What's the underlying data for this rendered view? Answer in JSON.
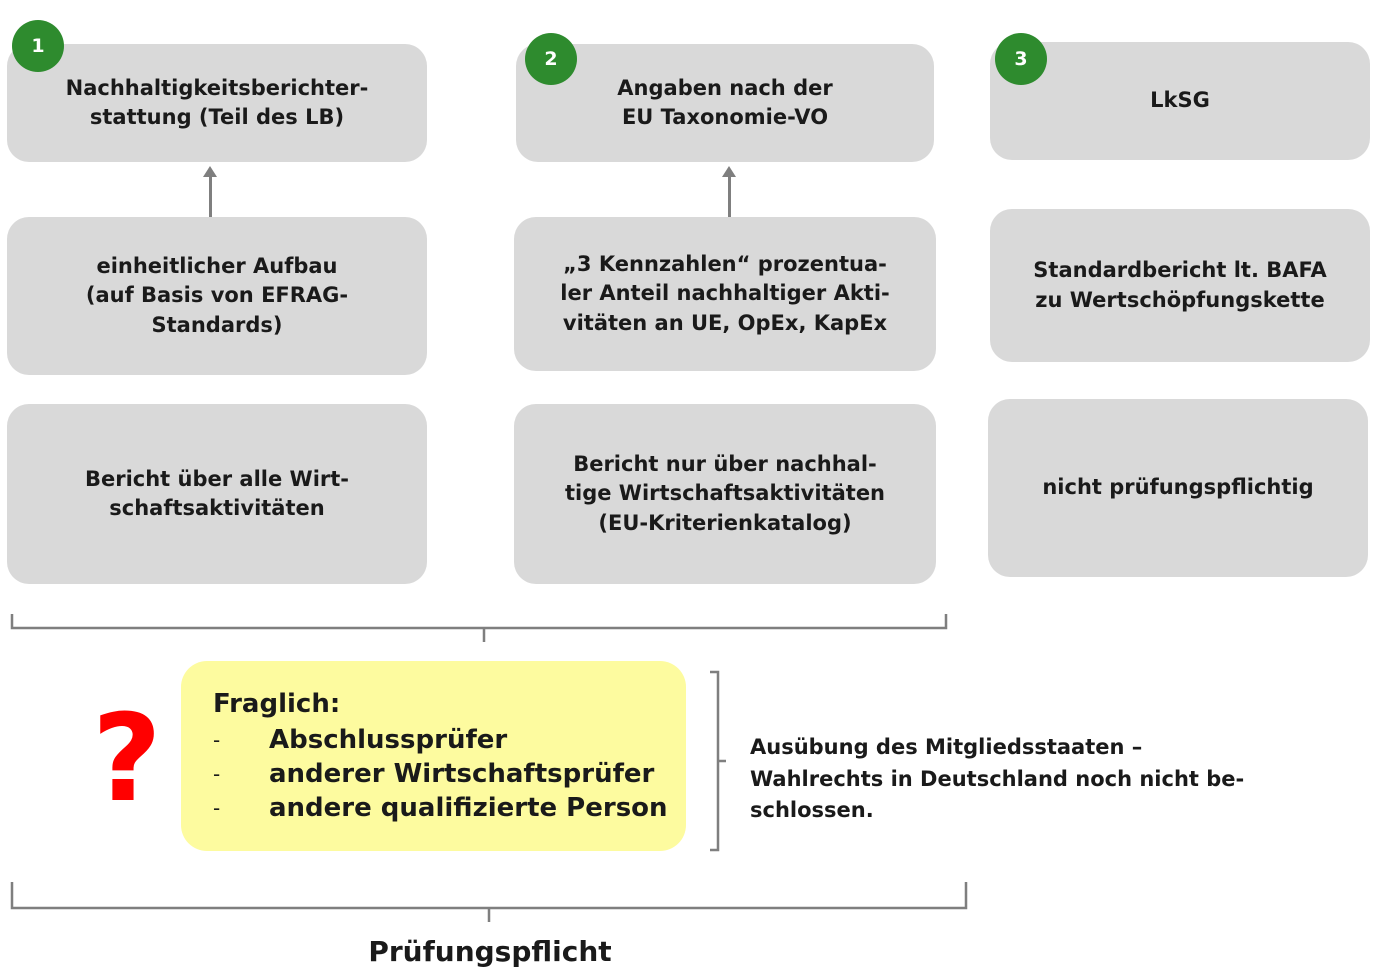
{
  "columns": [
    {
      "badge": "1",
      "header": "Nachhaltigkeitsberichter-\nstattung (Teil des LB)",
      "middle": "einheitlicher Aufbau\n(auf Basis von EFRAG-\nStandards)",
      "bottom": "Bericht über alle Wirt-\nschaftsaktivitäten"
    },
    {
      "badge": "2",
      "header": "Angaben nach der\nEU Taxonomie-VO",
      "middle": "„3 Kennzahlen“ prozentua-\nler Anteil nachhaltiger Akti-\nvitäten an UE, OpEx, KapEx",
      "bottom": "Bericht nur über nachhal-\ntige Wirtschaftsaktivitäten\n(EU-Kriterienkatalog)"
    },
    {
      "badge": "3",
      "header": "LkSG",
      "middle": "Standardbericht lt. BAFA\nzu Wertschöpfungskette",
      "bottom": "nicht prüfungspflichtig"
    }
  ],
  "question": {
    "mark": "?",
    "title": "Fraglich:",
    "items": [
      "Abschlussprüfer",
      "anderer Wirtschaftsprüfer",
      "andere qualifizierte Person"
    ],
    "dash": "-"
  },
  "note": "Ausübung des Mitgliedsstaaten –\nWahlrechts in Deutschland noch nicht be-\nschlossen.",
  "footer": "Prüfungspflicht",
  "colors": {
    "box": "#d9d9d9",
    "badge": "#2e8b2e",
    "highlight": "#fdfb9f",
    "question_mark": "#ff0000",
    "connector": "#7f7f7f"
  }
}
